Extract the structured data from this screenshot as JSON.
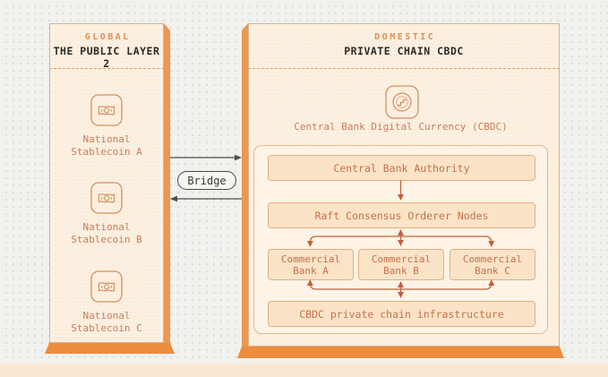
{
  "bridge": {
    "label": "Bridge"
  },
  "left_panel": {
    "eyebrow": "GLOBAL",
    "title": "THE PUBLIC LAYER 2",
    "items": [
      {
        "icon": "banknote-icon",
        "line1": "National",
        "line2": "Stablecoin A"
      },
      {
        "icon": "banknote-icon",
        "line1": "National",
        "line2": "Stablecoin B"
      },
      {
        "icon": "banknote-icon",
        "line1": "National",
        "line2": "Stablecoin C"
      }
    ]
  },
  "right_panel": {
    "eyebrow": "DOMESTIC",
    "title": "PRIVATE CHAIN CBDC",
    "icon": "cbdc-coin-icon",
    "subtitle": "Central Bank Digital Currency (CBDC)",
    "authority_label": "Central Bank Authority",
    "orderer_label": "Raft Consensus Orderer Nodes",
    "banks": [
      {
        "line1": "Commercial",
        "line2": "Bank A"
      },
      {
        "line1": "Commercial",
        "line2": "Bank B"
      },
      {
        "line1": "Commercial",
        "line2": "Bank C"
      }
    ],
    "infrastructure_label": "CBDC private chain infrastructure"
  },
  "colors": {
    "accent_orange": "#ec8c3d",
    "edge_orange": "#eb9850",
    "panel_bg": "#fcf0e1",
    "box_bg": "#fbe3c7",
    "box_border": "#e7ad7d",
    "box_text": "#c7704c",
    "eyebrow_text": "#dd9157",
    "title_text": "#2b2b28",
    "arrow_orange": "#c2613c",
    "arrow_dark": "#4f4f4b",
    "page_bottom_strip": "#fbe7d3"
  }
}
